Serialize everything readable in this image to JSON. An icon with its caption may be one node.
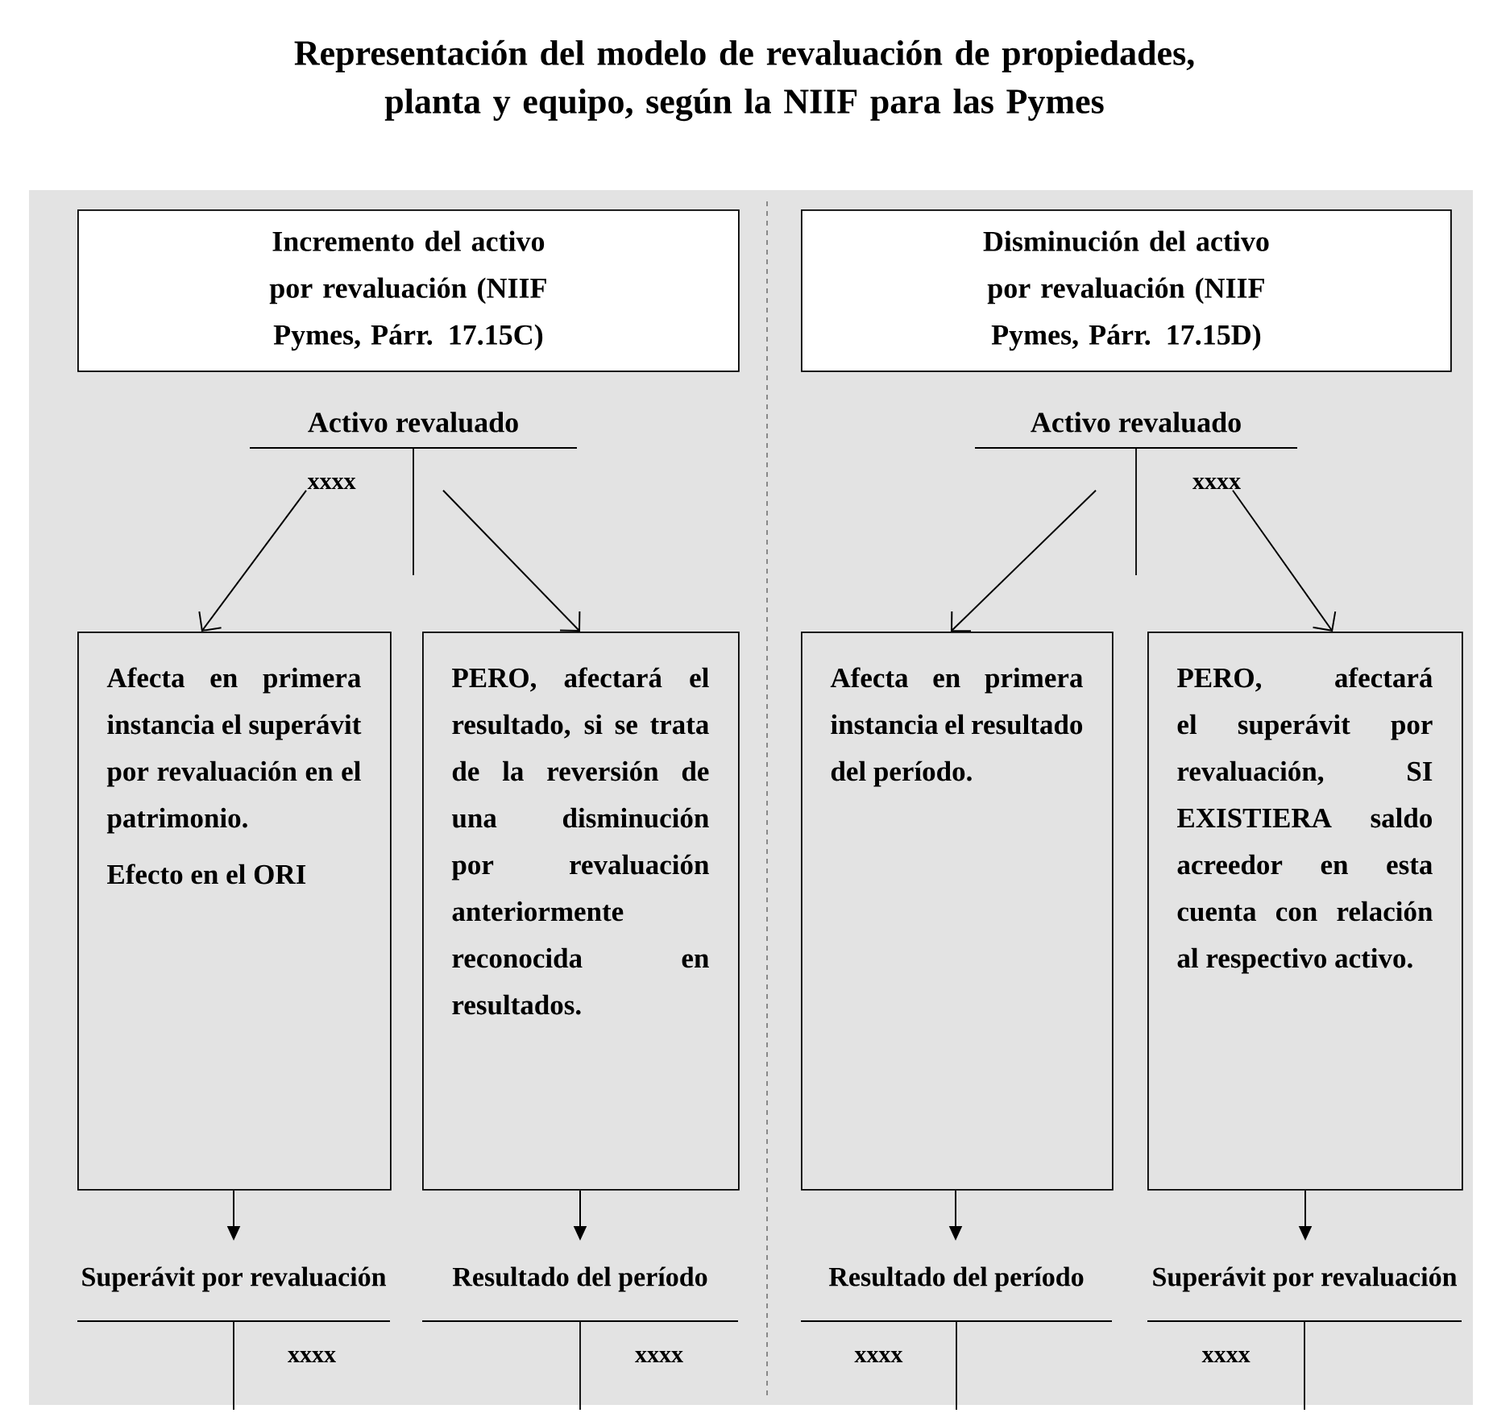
{
  "diagram": {
    "title": "Representación del modelo de revaluación de propiedades, planta y equipo, según la NIIF para las Pymes",
    "nodes": [
      {
        "text": [
          "Incremento del activo por revaluación (NIIF Pymes, Párr. 17.15C)"
        ]
      },
      {
        "text": [
          "Activo revaluado",
          "xxxx"
        ]
      },
      {
        "text": [
          "Afecta en primera instancia el superávit por revaluación en el patrimonio.",
          "Efecto en el ORI"
        ]
      },
      {
        "text": [
          "PERO, afectará el resultado, si se trata de la reversión de una disminución por revaluación anteriormente reconocida en resultados."
        ]
      },
      {
        "text": [
          "Superávit por revaluación",
          "xxxx"
        ]
      },
      {
        "text": [
          "Resultado del período",
          "xxxx"
        ]
      },
      {
        "text": [
          "Disminución del activo por revaluación (NIIF Pymes, Párr. 17.15D)"
        ]
      },
      {
        "text": [
          "Activo revaluado",
          "xxxx"
        ]
      },
      {
        "text": [
          "Afecta en primera instancia el resultado del período."
        ]
      },
      {
        "text": [
          "PERO, afectará el superávit por revaluación, SI EXISTIERA saldo acreedor en esta cuenta con relación al respectivo activo."
        ]
      },
      {
        "text": [
          "Resultado del período",
          "xxxx"
        ]
      },
      {
        "text": [
          "Superávit por revaluación",
          "xxxx"
        ]
      }
    ],
    "edges": [
      {
        "from": 1,
        "to": 2,
        "arrow": "to"
      },
      {
        "from": 1,
        "to": 3,
        "arrow": "to"
      },
      {
        "from": 2,
        "to": 4,
        "arrow": "to"
      },
      {
        "from": 3,
        "to": 5,
        "arrow": "to"
      },
      {
        "from": 7,
        "to": 8,
        "arrow": "to"
      },
      {
        "from": 7,
        "to": 9,
        "arrow": "to"
      },
      {
        "from": 8,
        "to": 10,
        "arrow": "to"
      },
      {
        "from": 9,
        "to": 11,
        "arrow": "to"
      }
    ]
  }
}
